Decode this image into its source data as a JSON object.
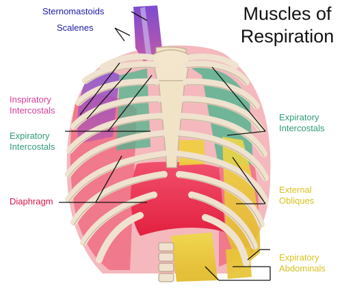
{
  "title": {
    "line1": "Muscles of",
    "line2": "Respiration"
  },
  "labels": {
    "sternomastoids": {
      "text": "Sternomastoids",
      "color": "#1a1aa6"
    },
    "scalenes": {
      "text": "Scalenes",
      "color": "#1a1aa6"
    },
    "inspiratory_intercostals": {
      "line1": "Inspiratory",
      "line2": "Intercostals",
      "color": "#d63c9a"
    },
    "expiratory_intercostals_left": {
      "line1": "Expiratory",
      "line2": "Intercostals",
      "color": "#2e9a7a"
    },
    "diaphragm": {
      "text": "Diaphragm",
      "color": "#d8154a"
    },
    "expiratory_intercostals_right": {
      "line1": "Expiratory",
      "line2": "Intercostals",
      "color": "#2e9a7a"
    },
    "external_obliques": {
      "line1": "External",
      "line2": "Obliques",
      "color": "#d8c21e"
    },
    "expiratory_abdominals": {
      "line1": "Expiratory",
      "line2": "Abdominals",
      "color": "#d8c21e"
    }
  },
  "colors": {
    "bone": "#efe2cf",
    "bone_shadow": "#c7b49b",
    "sternum": "#f1e4c6",
    "muscle_red": "#e8294e",
    "muscle_pink": "#f26a85",
    "intercostal_teal": "#4fb48e",
    "scalene_purple": "#8a55c9",
    "oblique_yellow": "#e6cc2c",
    "leader_line": "#111111"
  }
}
